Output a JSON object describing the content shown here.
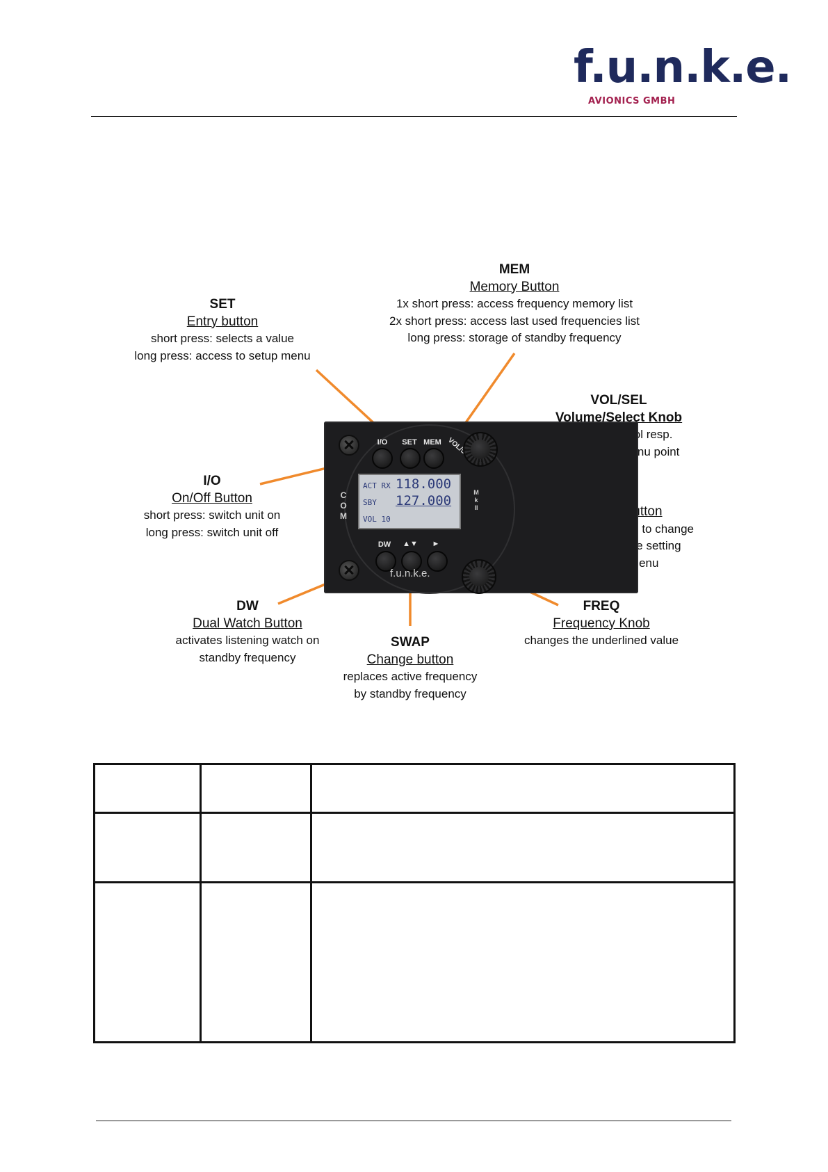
{
  "header": {
    "logo_text": "f.u.n.k.e.",
    "logo_subtext": "AVIONICS GMBH"
  },
  "callouts": {
    "mem": {
      "title": "MEM",
      "subtitle": "Memory Button",
      "lines": [
        "1x short press:  access frequency memory list",
        "2x short press:  access last used frequencies list",
        "long press: storage of standby frequency"
      ]
    },
    "set": {
      "title": "SET",
      "subtitle": "Entry button",
      "lines": [
        "short press: selects a value",
        "long press:  access to setup menu"
      ]
    },
    "volsel": {
      "title": "VOL/SEL",
      "subtitle": "Volume/Select Knob",
      "lines": [
        "Volume control resp.",
        "selection of menu point"
      ]
    },
    "io": {
      "title": "I/O",
      "subtitle": "On/Off Button",
      "lines": [
        "short press: switch unit on",
        "long press: switch unit off"
      ]
    },
    "cursor": {
      "title": "▶",
      "subtitle": "Cursor button",
      "lines": [
        "selects the value to change",
        "activates name setting",
        "in MEM Menu"
      ]
    },
    "dw": {
      "title": "DW",
      "subtitle": "Dual Watch Button",
      "lines": [
        "activates listening watch on",
        "standby frequency"
      ]
    },
    "swap": {
      "title": "SWAP",
      "subtitle": "Change button",
      "lines": [
        "replaces active frequency",
        "by standby frequency"
      ]
    },
    "freq": {
      "title": "FREQ",
      "subtitle": "Frequency Knob",
      "lines": [
        "changes the underlined value"
      ]
    }
  },
  "device": {
    "button_labels": {
      "io": "I/O",
      "set": "SET",
      "mem": "MEM",
      "volsel": "VOL/SEL",
      "dw": "DW",
      "swap": "▲▼",
      "cursor": "►"
    },
    "side_left": [
      "C",
      "O",
      "M"
    ],
    "side_right": [
      "M",
      "k",
      "II"
    ],
    "brand": "f.u.n.k.e.",
    "display": {
      "row1_label": "ACT RX",
      "row1_value": "118.000",
      "row2_label": "SBY",
      "row2_value": "127.000",
      "row3_label": "VOL 10"
    }
  },
  "colors": {
    "arrow": "#f08a2c",
    "logo_main": "#1f2a5c",
    "logo_sub": "#a3214f",
    "lcd_text": "#2c3a78"
  }
}
